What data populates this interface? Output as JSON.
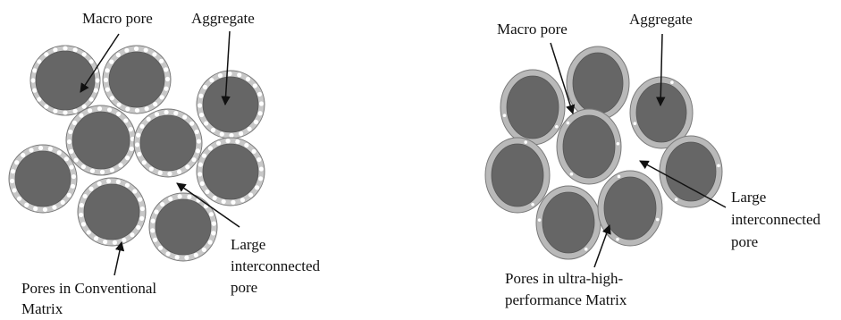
{
  "colors": {
    "aggregate": "#666666",
    "conventional_ring": "#c8c8c8",
    "uhp_ring": "#b9b9b9",
    "pore": "#ffffff",
    "outline": "#7a7a7a",
    "arrow": "#111111"
  },
  "left_diagram": {
    "labels": {
      "macro_pore": "Macro pore",
      "aggregate": "Aggregate",
      "large_pore_1": "Large",
      "large_pore_2": "interconnected",
      "large_pore_3": "pore",
      "matrix_1": "Pores in Conventional",
      "matrix_2": "Matrix"
    }
  },
  "right_diagram": {
    "labels": {
      "macro_pore": "Macro pore",
      "aggregate": "Aggregate",
      "large_pore_1": "Large",
      "large_pore_2": "interconnected",
      "large_pore_3": "pore",
      "matrix_1": "Pores in ultra-high-",
      "matrix_2": "performance Matrix"
    }
  }
}
